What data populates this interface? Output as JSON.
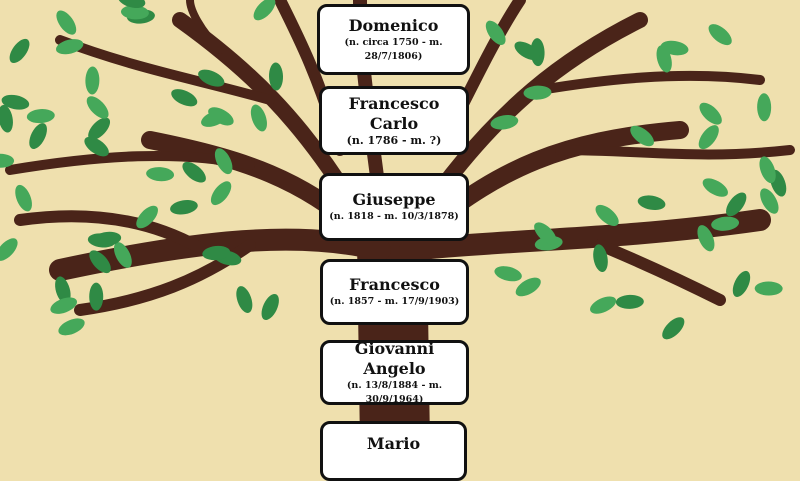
{
  "colors": {
    "background": "#efe0ae",
    "trunk": "#4a2419",
    "leaf": "#2f8a45",
    "leaf_light": "#45a85a"
  },
  "people": [
    {
      "name": "Domenico",
      "dates": "(n. circa 1750 - m. 28/7/1806)"
    },
    {
      "name": "Francesco Carlo",
      "dates": "(n. 1786 - m. ?)"
    },
    {
      "name": "Giuseppe",
      "dates": "(n. 1818 - m. 10/3/1878)"
    },
    {
      "name": "Francesco",
      "dates": "(n. 1857 - m. 17/9/1903)"
    },
    {
      "name": "Giovanni Angelo",
      "dates": "(n. 13/8/1884 - m. 30/9/1964)"
    },
    {
      "name": "Mario",
      "dates": ""
    }
  ]
}
